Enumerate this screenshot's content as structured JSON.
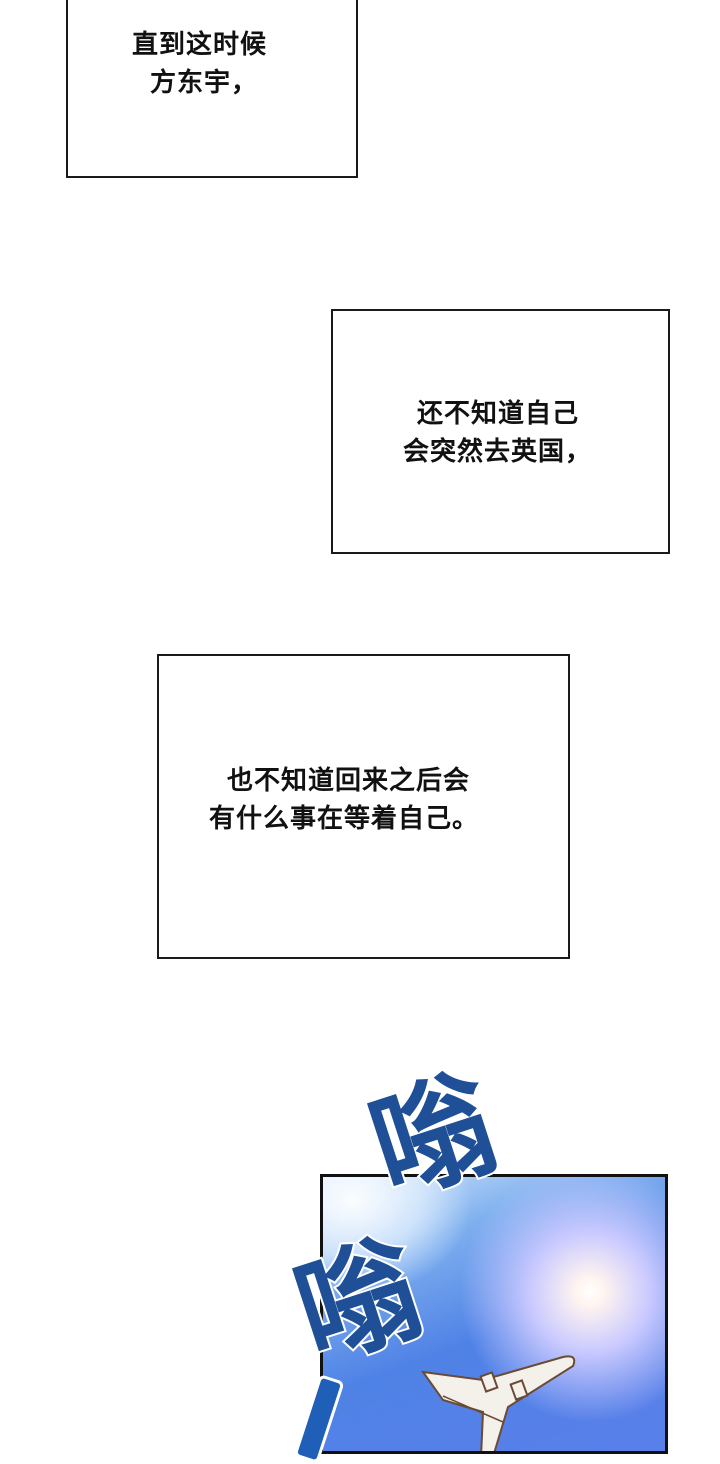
{
  "panels": [
    {
      "id": "panel-1",
      "caption_lines": [
        "直到这时候",
        "方东宇，"
      ]
    },
    {
      "id": "panel-2",
      "caption_lines": [
        "还不知道自己",
        "会突然去英国，"
      ]
    },
    {
      "id": "panel-3",
      "caption_lines": [
        "也不知道回来之后会",
        "有什么事在等着自己。"
      ]
    },
    {
      "id": "panel-4",
      "scene": "airplane-in-blue-sky-with-sun"
    }
  ],
  "sound_effects": [
    "嗡",
    "嗡"
  ],
  "colors": {
    "panel_border": "#1a1a1a",
    "caption_text": "#111111",
    "sfx_blue": "#1f4f96",
    "sky_blue": "#4f82e6",
    "sky_light": "#d6e8fb"
  }
}
